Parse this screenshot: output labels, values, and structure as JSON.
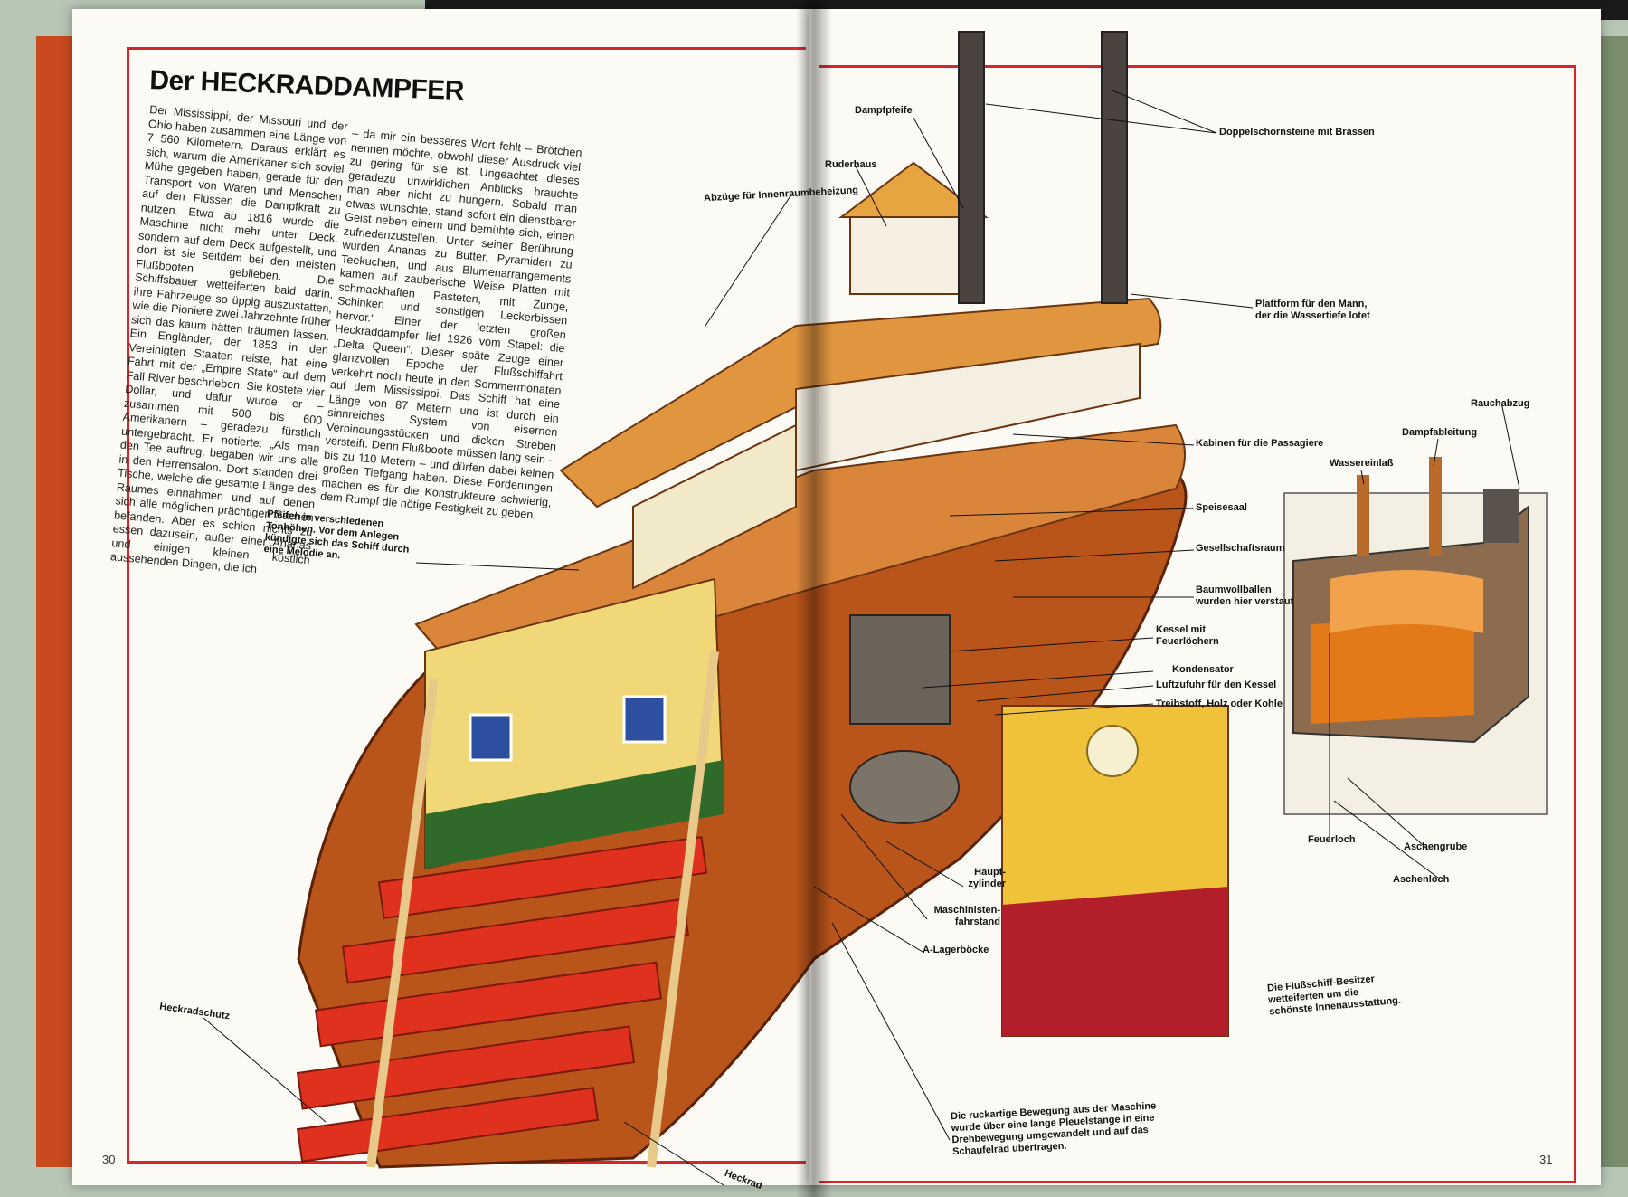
{
  "title": "Der HECKRADDAMPFER",
  "page_numbers": {
    "left": "30",
    "right": "31"
  },
  "intro_text": {
    "col1": "Der Mississippi, der Missouri und der Ohio haben zusammen eine Länge von 7 560 Kilometern. Daraus erklärt es sich, warum die Amerikaner sich soviel Mühe gegeben haben, gerade für den Transport von Waren und Menschen auf den Flüssen die Dampfkraft zu nutzen. Etwa ab 1816 wurde die Maschine nicht mehr unter Deck, sondern auf dem Deck aufgestellt, und dort ist sie seitdem bei den meisten Flußbooten geblieben. Die Schiffsbauer wetteiferten bald darin, ihre Fahrzeuge so üppig auszustatten, wie die Pioniere zwei Jahrzehnte früher sich das kaum hätten träumen lassen. Ein Engländer, der 1853 in den Vereinigten Staaten reiste, hat eine Fahrt mit der „Empire State“ auf dem Fall River beschrieben. Sie kostete vier Dollar, und dafür wurde er – zusammen mit 500 bis 600 Amerikanern – geradezu fürstlich untergebracht. Er notierte: „Als man den Tee auftrug, begaben wir uns alle in den Herrensalon. Dort standen drei Tische, welche die gesamte Länge des Raumes einnahmen und auf denen sich alle möglichen prächtigen Sachen befanden. Aber es schien nichts zu essen dazusein, außer einer Ananas und einigen kleinen köstlich aussehenden Dingen, die ich",
    "col2": "– da mir ein besseres Wort fehlt – Brötchen nennen möchte, obwohl dieser Ausdruck viel zu gering für sie ist. Ungeachtet dieses geradezu unwirklichen Anblicks brauchte man aber nicht zu hungern. Sobald man etwas wunschte, stand sofort ein dienstbarer Geist neben einem und bemühte sich, einen zufriedenzustellen. Unter seiner Berührung wurden Ananas zu Butter, Pyramiden zu Teekuchen, und aus Blumenarrangements kamen auf zauberische Weise Platten mit schmackhaften Pasteten, mit Zunge, Schinken und sonstigen Leckerbissen hervor.“ Einer der letzten großen Heckraddampfer lief 1926 vom Stapel: die „Delta Queen“. Dieser späte Zeuge einer glanzvollen Epoche der Flußschiffahrt verkehrt noch heute in den Sommermonaten auf dem Mississippi. Das Schiff hat eine Länge von 87 Metern und ist durch ein sinnreiches System von eisernen Verbindungsstücken und dicken Streben versteift. Denn Flußboote müssen lang sein – bis zu 110 Metern – und dürfen dabei keinen großen Tiefgang haben. Diese Forderungen machen es für die Konstrukteure schwierig, dem Rumpf die nötige Festigkeit zu geben."
  },
  "labels": {
    "dampfpfeife": "Dampfpfeife",
    "doppelschornsteine": "Doppelschornsteine mit Brassen",
    "ruderhaus": "Ruderhaus",
    "abzuege": "Abzüge für Innenraumbeheizung",
    "plattform": "Plattform für den Mann, der die Wassertiefe lotet",
    "kabinen": "Kabinen für die Passagiere",
    "speisesaal": "Speisesaal",
    "gesellschaftsraum": "Gesellschaftsraum",
    "baumwollballen": "Baumwollballen wurden hier verstaut",
    "kessel": "Kessel mit Feuerlöchern",
    "kondensator": "Kondensator",
    "luftzufuhr": "Luftzufuhr für den Kessel",
    "treibstoff": "Treibstoff, Holz oder Kohle",
    "pfeifen": "Pfeifen in verschiedenen Tonhöhen. Vor dem Anlegen kündigte sich das Schiff durch eine Melodie an.",
    "hauptzylinder": "Haupt- zylinder",
    "maschinistenfahrstand": "Maschinisten- fahrstand",
    "a_lagerboecke": "A-Lagerböcke",
    "heckradschutz": "Heckradschutz",
    "heckrad": "Heckrad",
    "bewegung": "Die ruckartige Bewegung aus der Maschine wurde über eine lange Pleuelstange in eine Drehbewegung umgewandelt und auf das Schaufelrad übertragen.",
    "rauchabzug": "Rauchabzug",
    "dampfableitung": "Dampfableitung",
    "wassereinlass": "Wassereinlaß",
    "feuerloch": "Feuerloch",
    "aschengrube": "Aschengrube",
    "aschenloch": "Aschenloch",
    "besitzer": "Die Flußschiff-Besitzer wetteiferten um die schönste Innenausstattung."
  }
}
